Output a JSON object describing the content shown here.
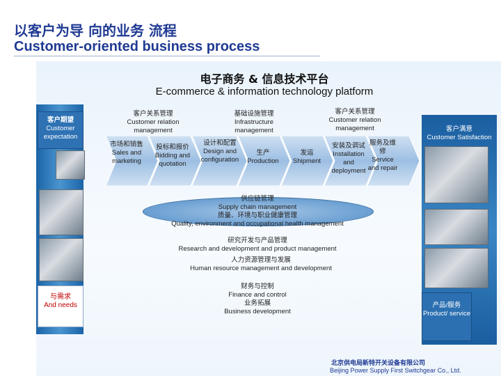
{
  "title": {
    "cn": "以客户为导 向的业务 流程",
    "en": "Customer-oriented business process"
  },
  "platform": {
    "cn": "电子商务 & 信息技术平台",
    "en": "E-commerce & information technology platform"
  },
  "left": {
    "expectation_cn": "客户期望",
    "expectation_en": "Customer expectation",
    "needs_cn": "与需求",
    "needs_en": "And needs"
  },
  "groups": {
    "crm_left_cn": "客户关系管理",
    "crm_left_en": "Customer relation management",
    "infra_cn": "基础设施管理",
    "infra_en": "Infrastructure management",
    "crm_right_cn": "客户关系管理",
    "crm_right_en": "Customer relation management"
  },
  "steps": [
    {
      "cn": "市场和销售",
      "en": "Sales and marketing"
    },
    {
      "cn": "投标和报价",
      "en": "Bidding and quotation"
    },
    {
      "cn": "设计和配置",
      "en": "Design and configuration"
    },
    {
      "cn": "生产",
      "en": "Production"
    },
    {
      "cn": "发运",
      "en": "Shipment"
    },
    {
      "cn": "安装及调试",
      "en": "Installation and deployment"
    },
    {
      "cn": "服务及维修",
      "en": "Service and repair"
    }
  ],
  "right": {
    "satisfaction_cn": "客户满意",
    "satisfaction_en": "Customer Satisfaction",
    "product_cn": "产品/服务",
    "product_en": "Product/ service"
  },
  "support": {
    "scm_cn": "供应链管理",
    "scm_en": "Supply chain management",
    "quality_cn": "质量、环境与职业健康管理",
    "quality_en": "Quality, environment and occupational health management",
    "rnd_cn": "研究开发与产品管理",
    "rnd_en": "Research and development and product management",
    "hr_cn": "人力资源管理与发展",
    "hr_en": "Human resource management and development",
    "finance_cn": "财务与控制",
    "finance_en": "Finance and control",
    "bizdev_cn": "业务拓展",
    "bizdev_en": "Business development"
  },
  "footer": {
    "cn": "北京供电局新特开关设备有限公司",
    "en": "Beijing Power Supply First Switchgear Co., Ltd."
  }
}
